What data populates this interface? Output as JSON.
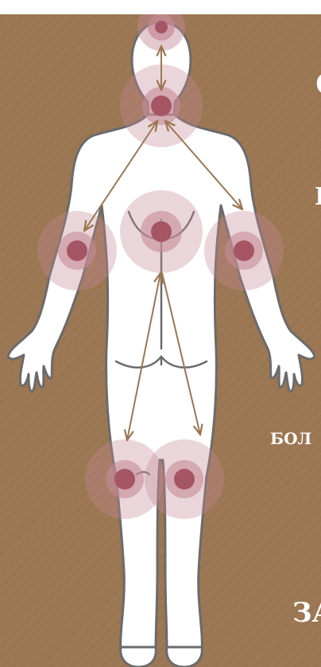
{
  "side_text": {
    "fragment_1": "(",
    "fragment_2": "Б",
    "fragment_3": "БОЛ",
    "fragment_4": "ЗА"
  },
  "colors": {
    "background": "#9b7652",
    "body_fill": "#ffffff",
    "body_outline": "#6b6b6b",
    "joint_halo": "#c48a96",
    "joint_core": "#a65565",
    "arrow": "#9b7652"
  }
}
